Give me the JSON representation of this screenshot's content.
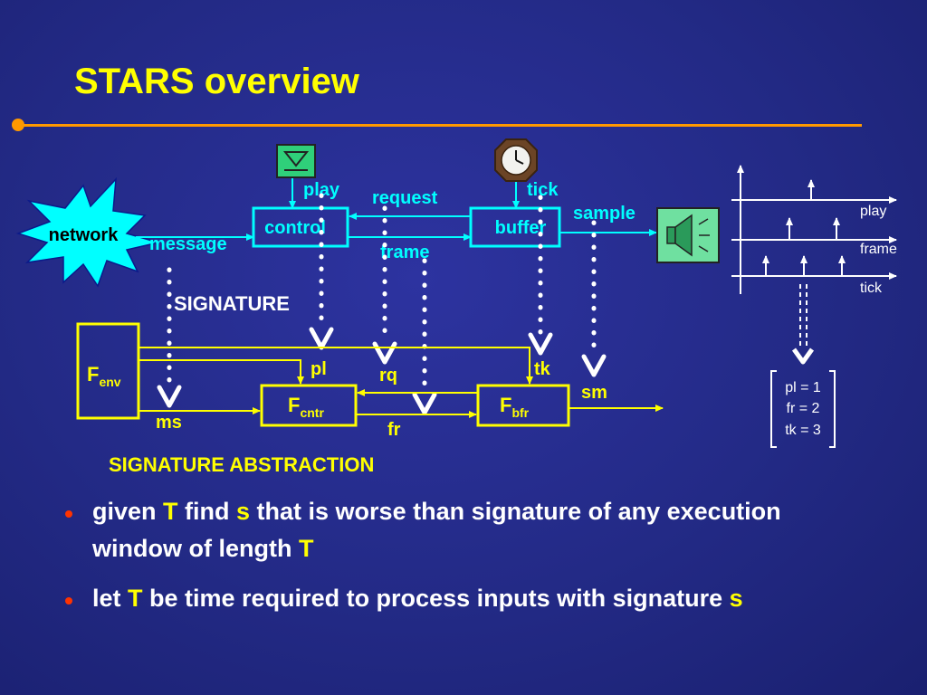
{
  "title": "STARS overview",
  "colors": {
    "accent": "#ffff00",
    "diagram": "#00ffff",
    "rule": "#ff9900",
    "bullet": "#ff3300",
    "background": "#232a86"
  },
  "diagram": {
    "network_label": "network",
    "message_label": "message",
    "control_label": "control",
    "buffer_label": "buffer",
    "play_label": "play",
    "request_label": "request",
    "frame_label": "frame",
    "tick_label": "tick",
    "sample_label": "sample",
    "signature_label": "SIGNATURE",
    "pl_label": "pl",
    "rq_label": "rq",
    "tk_label": "tk",
    "sm_label": "sm",
    "ms_label": "ms",
    "fr_label": "fr",
    "f_env": {
      "main": "F",
      "sub": "env"
    },
    "f_cntr": {
      "main": "F",
      "sub": "cntr"
    },
    "f_bfr": {
      "main": "F",
      "sub": "bfr"
    },
    "abstraction_label": "SIGNATURE ABSTRACTION",
    "icons": [
      "speaker-input-icon",
      "clock-icon",
      "speaker-icon"
    ]
  },
  "timeline": {
    "rows": [
      "play",
      "frame",
      "tick"
    ],
    "values": [
      "pl = 1",
      "fr = 2",
      "tk = 3"
    ]
  },
  "bullets": [
    {
      "parts": [
        {
          "t": "given ",
          "hl": false
        },
        {
          "t": "T",
          "hl": true
        },
        {
          "t": " find ",
          "hl": false
        },
        {
          "t": "s",
          "hl": true
        },
        {
          "t": " that is worse than signature of any execution window of length ",
          "hl": false
        },
        {
          "t": "T",
          "hl": true
        }
      ]
    },
    {
      "parts": [
        {
          "t": "let ",
          "hl": false
        },
        {
          "t": "T",
          "hl": true
        },
        {
          "t": " be time required to process inputs with signature ",
          "hl": false
        },
        {
          "t": "s",
          "hl": true
        }
      ]
    }
  ]
}
